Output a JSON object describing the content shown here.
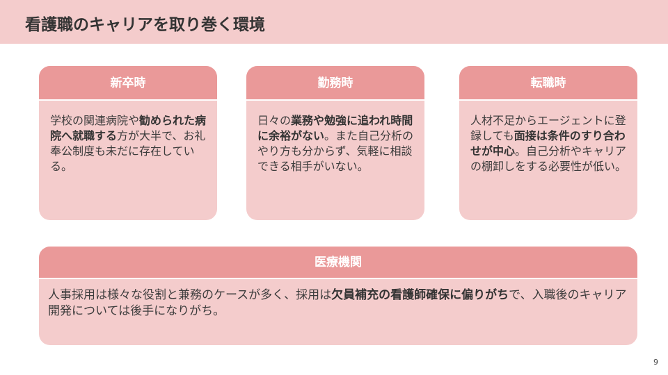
{
  "title": "看護職のキャリアを取り巻く環境",
  "cards": [
    {
      "heading": "新卒時",
      "segments": [
        {
          "t": "学校の関連病院や",
          "b": false
        },
        {
          "t": "勧められた病院へ就職する",
          "b": true
        },
        {
          "t": "方が大半で、お礼奉公制度も未だに存在している。",
          "b": false
        }
      ]
    },
    {
      "heading": "勤務時",
      "segments": [
        {
          "t": "日々の",
          "b": false
        },
        {
          "t": "業務や勉強に追われ時間に余裕がない",
          "b": true
        },
        {
          "t": "。また自己分析のやり方も分からず、気軽に相談できる相手がいない。",
          "b": false
        }
      ]
    },
    {
      "heading": "転職時",
      "segments": [
        {
          "t": "人材不足からエージェントに登録しても",
          "b": false
        },
        {
          "t": "面接は条件のすり合わせが中心",
          "b": true
        },
        {
          "t": "。自己分析やキャリアの棚卸しをする必要性が低い。",
          "b": false
        }
      ]
    },
    {
      "heading": "医療機関",
      "segments": [
        {
          "t": "人事採用は様々な役割と兼務のケースが多く、採用は",
          "b": false
        },
        {
          "t": "欠員補充の看護師確保に偏りがち",
          "b": true
        },
        {
          "t": "で、入職後のキャリア開発については後手になりがち。",
          "b": false
        }
      ]
    }
  ],
  "page_number": "9",
  "colors": {
    "title_bg": "#f4cccc",
    "card_head": "#ea9999",
    "card_body": "#f4cccc"
  }
}
